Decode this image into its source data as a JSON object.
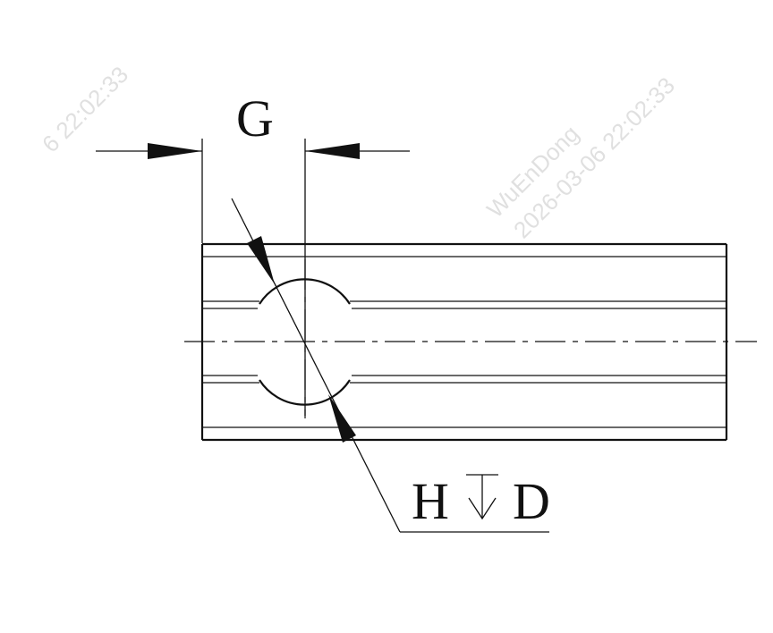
{
  "labels": {
    "width_dim": "G",
    "hole_spec_left": "H",
    "hole_spec_right": "D"
  },
  "watermark": {
    "name": "WuEnDong",
    "stamp": "2026-03-06 22:02:33",
    "stamp_fragment": "6 22:02:33"
  },
  "colors": {
    "line": "#111111",
    "watermark": "#d6d6d6",
    "background": "#ffffff"
  },
  "icons": {
    "depth_symbol": "depth-arrow-icon"
  }
}
